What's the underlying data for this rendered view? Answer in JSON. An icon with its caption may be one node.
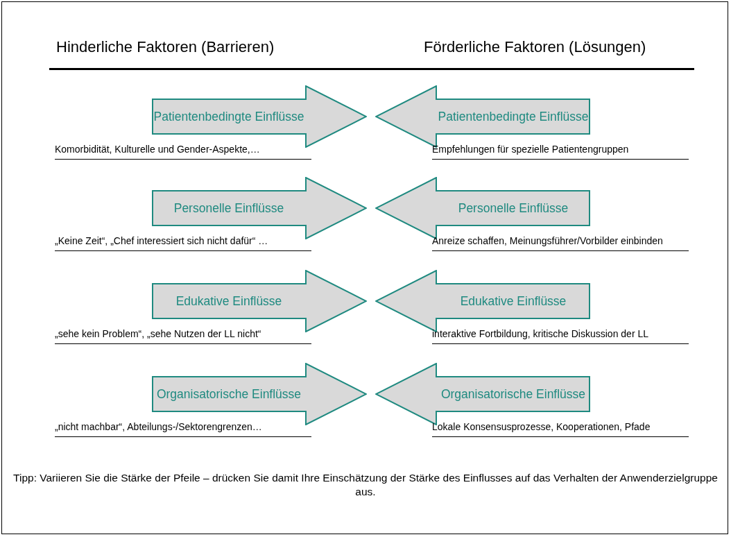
{
  "diagram": {
    "caption": "Tipp: Variieren Sie die Stärke der Pfeile – drücken Sie damit Ihre Einschätzung der Stärke des Einflusses auf das Verhalten der Anwenderzielgruppe aus.",
    "nodes": [
      {
        "text": [
          "Patientenbedingte Einflüsse"
        ],
        "beside": [
          "Komorbidität, Kulturelle und Gender-Aspekte,…"
        ]
      },
      {
        "text": [
          "Patientenbedingte Einflüsse"
        ],
        "beside": [
          "Empfehlungen für spezielle Patientengruppen"
        ]
      },
      {
        "text": [
          "Personelle Einflüsse"
        ],
        "beside": [
          "„Keine Zeit“, „Chef interessiert sich nicht dafür“ …"
        ]
      },
      {
        "text": [
          "Personelle Einflüsse"
        ],
        "beside": [
          "Anreize schaffen, Meinungsführer/Vorbilder einbinden"
        ]
      },
      {
        "text": [
          "Edukative Einflüsse"
        ],
        "beside": [
          "„sehe kein Problem“, „sehe Nutzen der LL nicht“"
        ]
      },
      {
        "text": [
          "Edukative Einflüsse"
        ],
        "beside": [
          "interaktive Fortbildung, kritische Diskussion der LL"
        ]
      },
      {
        "text": [
          "Organisatorische Einflüsse"
        ],
        "beside": [
          "„nicht machbar“, Abteilungs-/Sektorengrenzen…"
        ]
      },
      {
        "text": [
          "Organisatorische Einflüsse"
        ],
        "beside": [
          "Lokale Konsensusprozesse, Kooperationen, Pfade"
        ]
      }
    ],
    "labels": [
      "Hinderliche Faktoren (Barrieren)",
      "Förderliche Faktoren (Lösungen)"
    ]
  }
}
